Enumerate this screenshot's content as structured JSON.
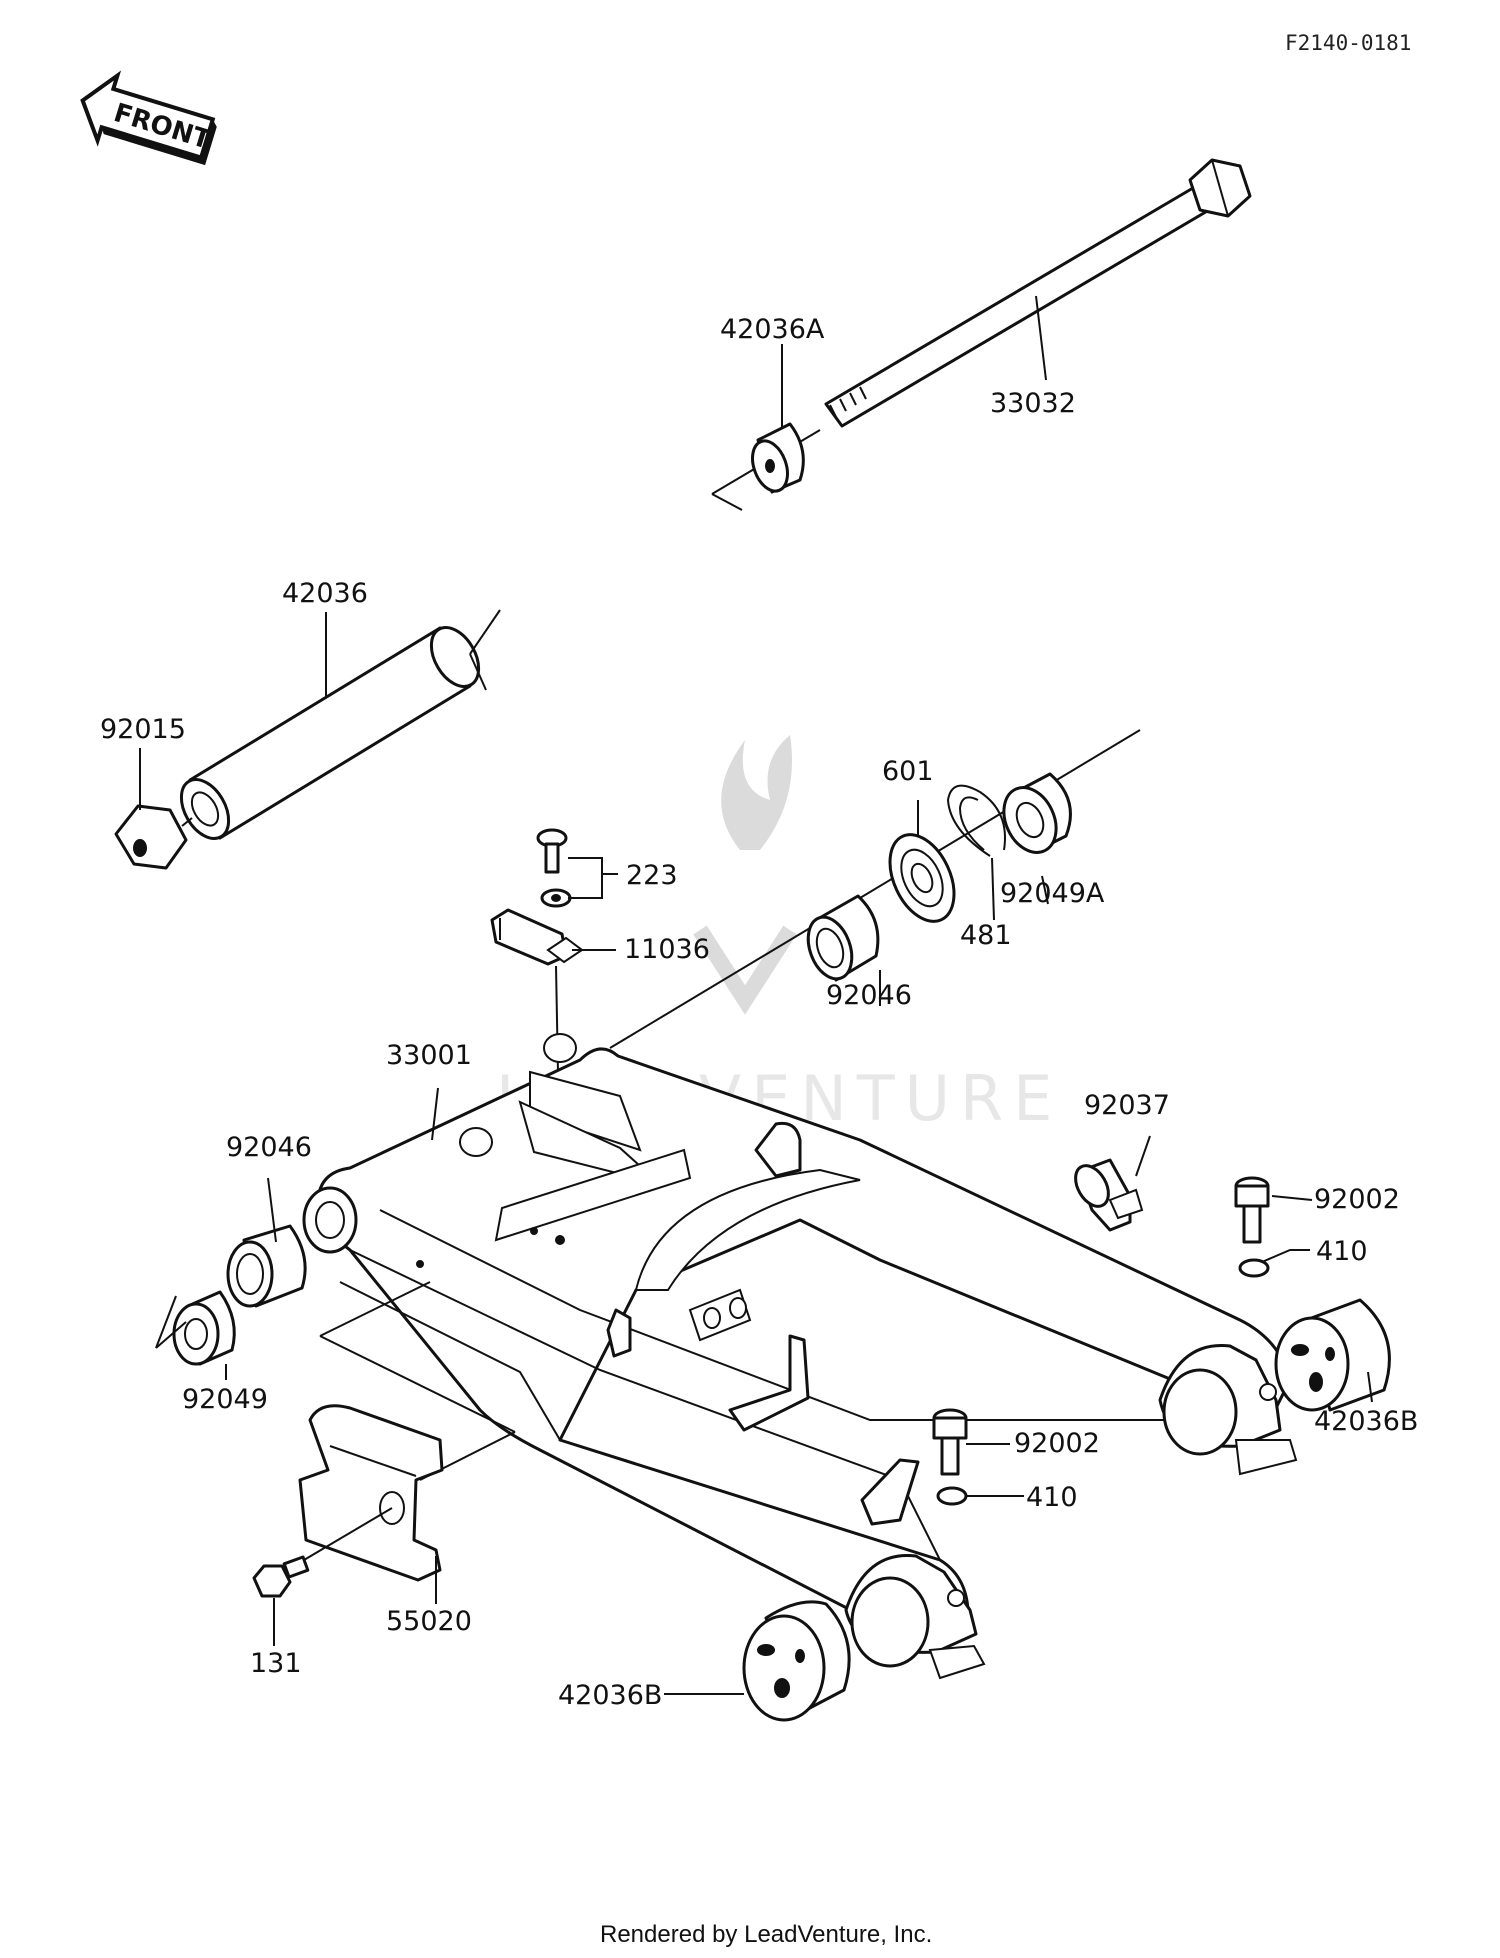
{
  "diagram_code": "F2140-0181",
  "front_arrow_label": "FRONT",
  "watermark": "LEADVENTURE",
  "footer": "Rendered by LeadVenture, Inc.",
  "parts": [
    "42036A",
    "33032",
    "42036",
    "92015",
    "601",
    "223",
    "11036",
    "92049A",
    "481",
    "92046",
    "33001",
    "92037",
    "92002",
    "410",
    "92046",
    "92049",
    "42036B",
    "92002",
    "410",
    "55020",
    "131",
    "42036B"
  ],
  "colors": {
    "ink": "#111111",
    "watermark": "#bdbdbd",
    "paper": "#ffffff"
  }
}
